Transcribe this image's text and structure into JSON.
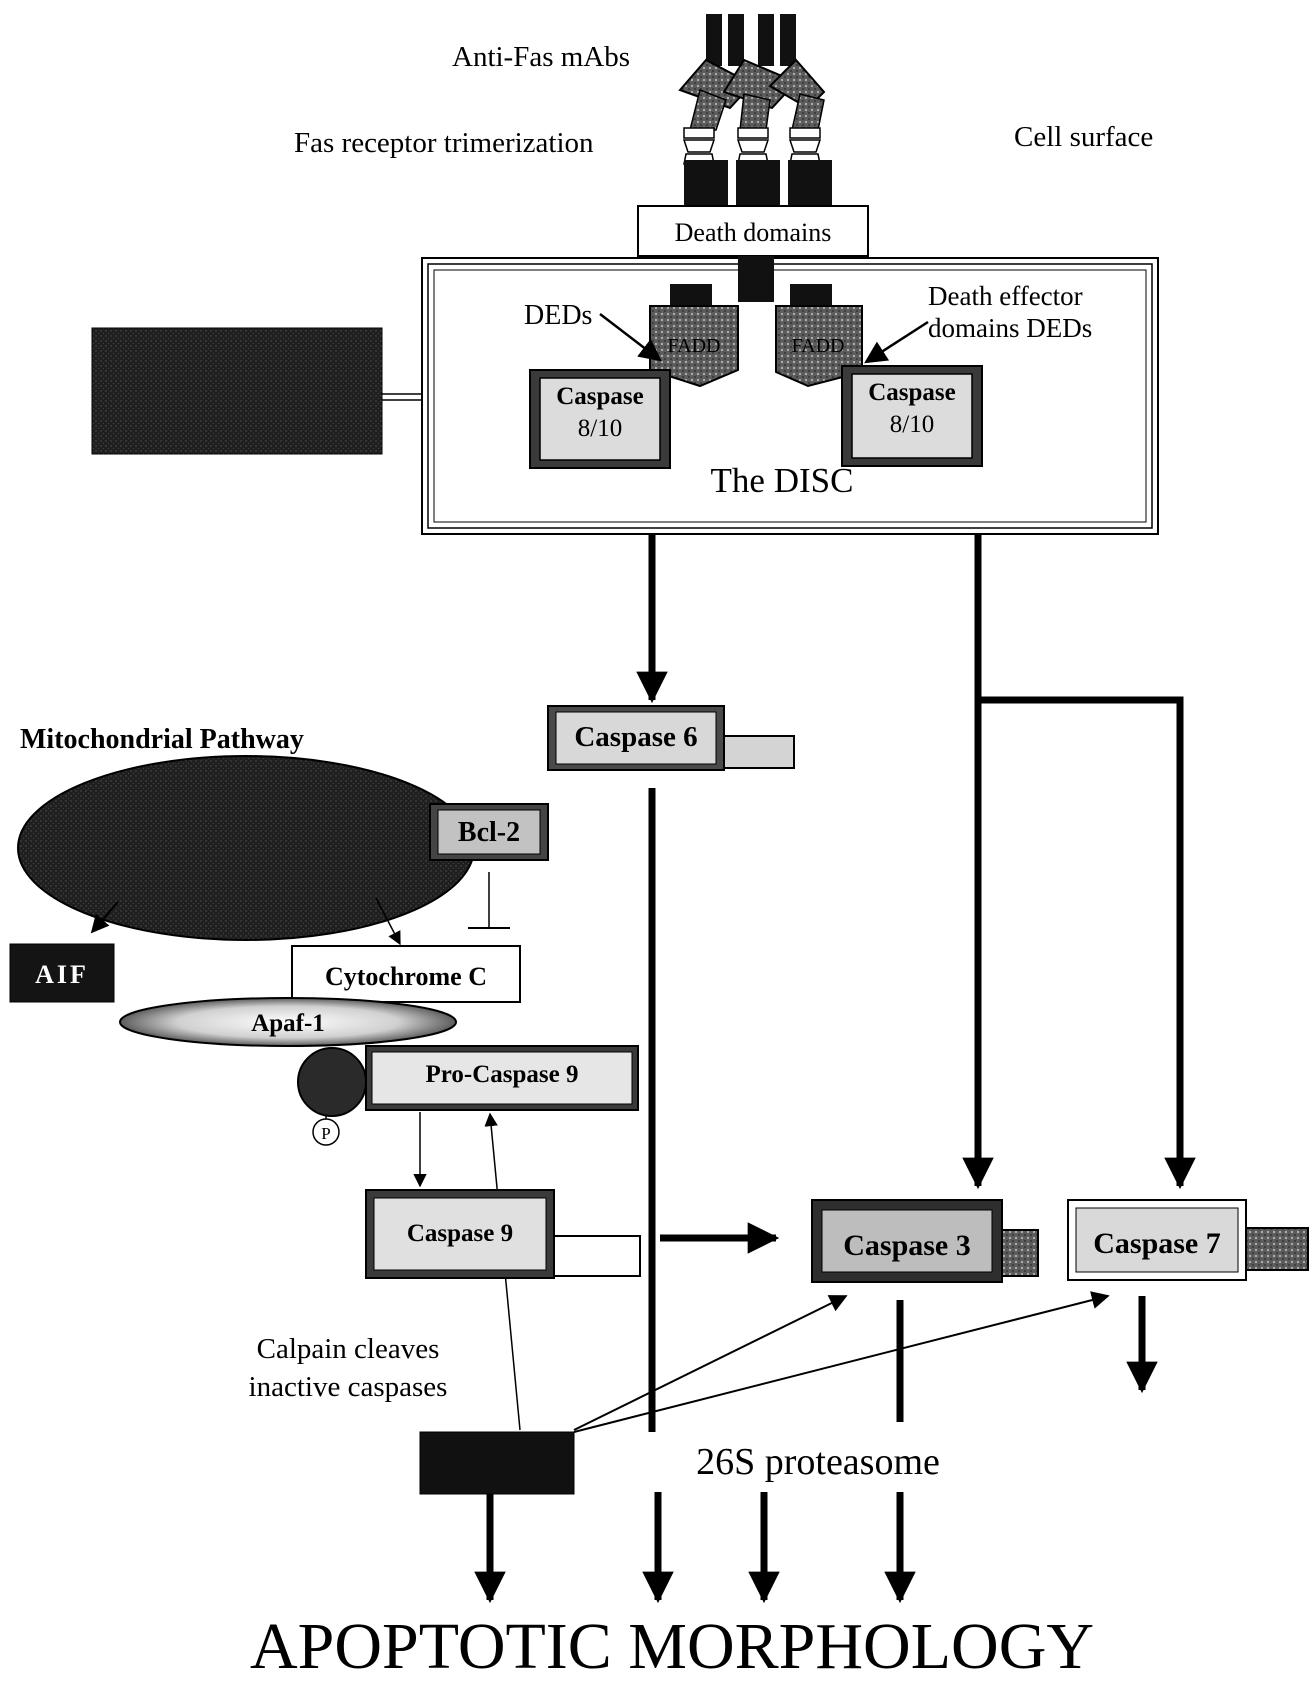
{
  "labels": {
    "anti_fas": "Anti-Fas mAbs",
    "fas_trimerization": "Fas receptor trimerization",
    "cell_surface": "Cell surface",
    "death_domains": "Death domains",
    "deds": "DEDs",
    "death_effector_line1": "Death effector",
    "death_effector_line2": "domains DEDs",
    "fadd": "FADD",
    "caspase_word": "Caspase",
    "caspase_8_10": "8/10",
    "disc": "The DISC",
    "mito_pathway": "Mitochondrial Pathway",
    "caspase6": "Caspase 6",
    "bcl2": "Bcl-2",
    "aif": "AIF",
    "cytochrome_c": "Cytochrome C",
    "apaf1": "Apaf-1",
    "pro_caspase9": "Pro-Caspase 9",
    "phospho": "P",
    "caspase9": "Caspase 9",
    "caspase3": "Caspase 3",
    "caspase7": "Caspase 7",
    "calpain_line1": "Calpain cleaves",
    "calpain_line2": "inactive caspases",
    "proteasome": "26S proteasome",
    "apoptotic": "APOPTOTIC MORPHOLOGY"
  },
  "colors": {
    "ink": "#000000",
    "dark_fill": "#1c1c1c",
    "dot_fill": "#6a6a6a",
    "grey_box": "#c9c9c9",
    "light_box": "#e6e6e6"
  }
}
